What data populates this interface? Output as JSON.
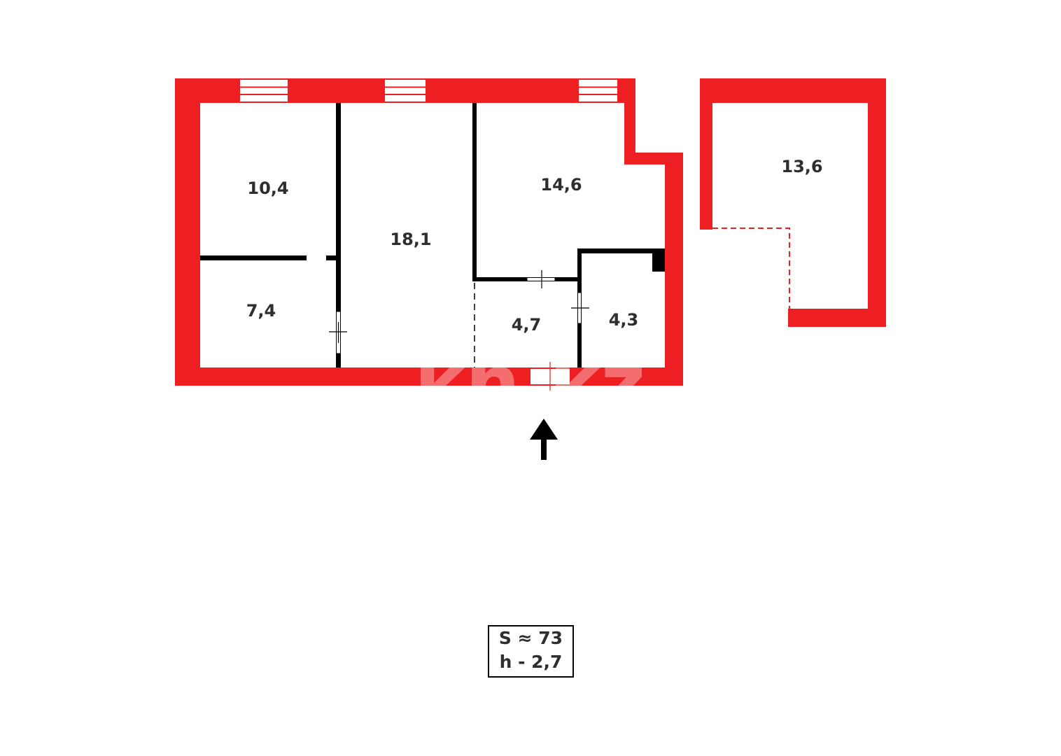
{
  "colors": {
    "exterior_wall": "#ee1f23",
    "interior_wall": "#000000",
    "label": "#2e2e2e"
  },
  "rooms": [
    {
      "id": "room-1",
      "area": "10,4"
    },
    {
      "id": "room-2",
      "area": "7,4"
    },
    {
      "id": "room-3",
      "area": "18,1"
    },
    {
      "id": "room-4",
      "area": "14,6"
    },
    {
      "id": "room-5",
      "area": "4,7"
    },
    {
      "id": "room-6",
      "area": "4,3"
    },
    {
      "id": "balcony",
      "area": "13,6"
    }
  ],
  "watermark": "kn.kz",
  "summary": {
    "area": "S ≈ 73",
    "height": "h - 2,7"
  },
  "icons": {
    "entrance": "arrow-up-icon"
  }
}
